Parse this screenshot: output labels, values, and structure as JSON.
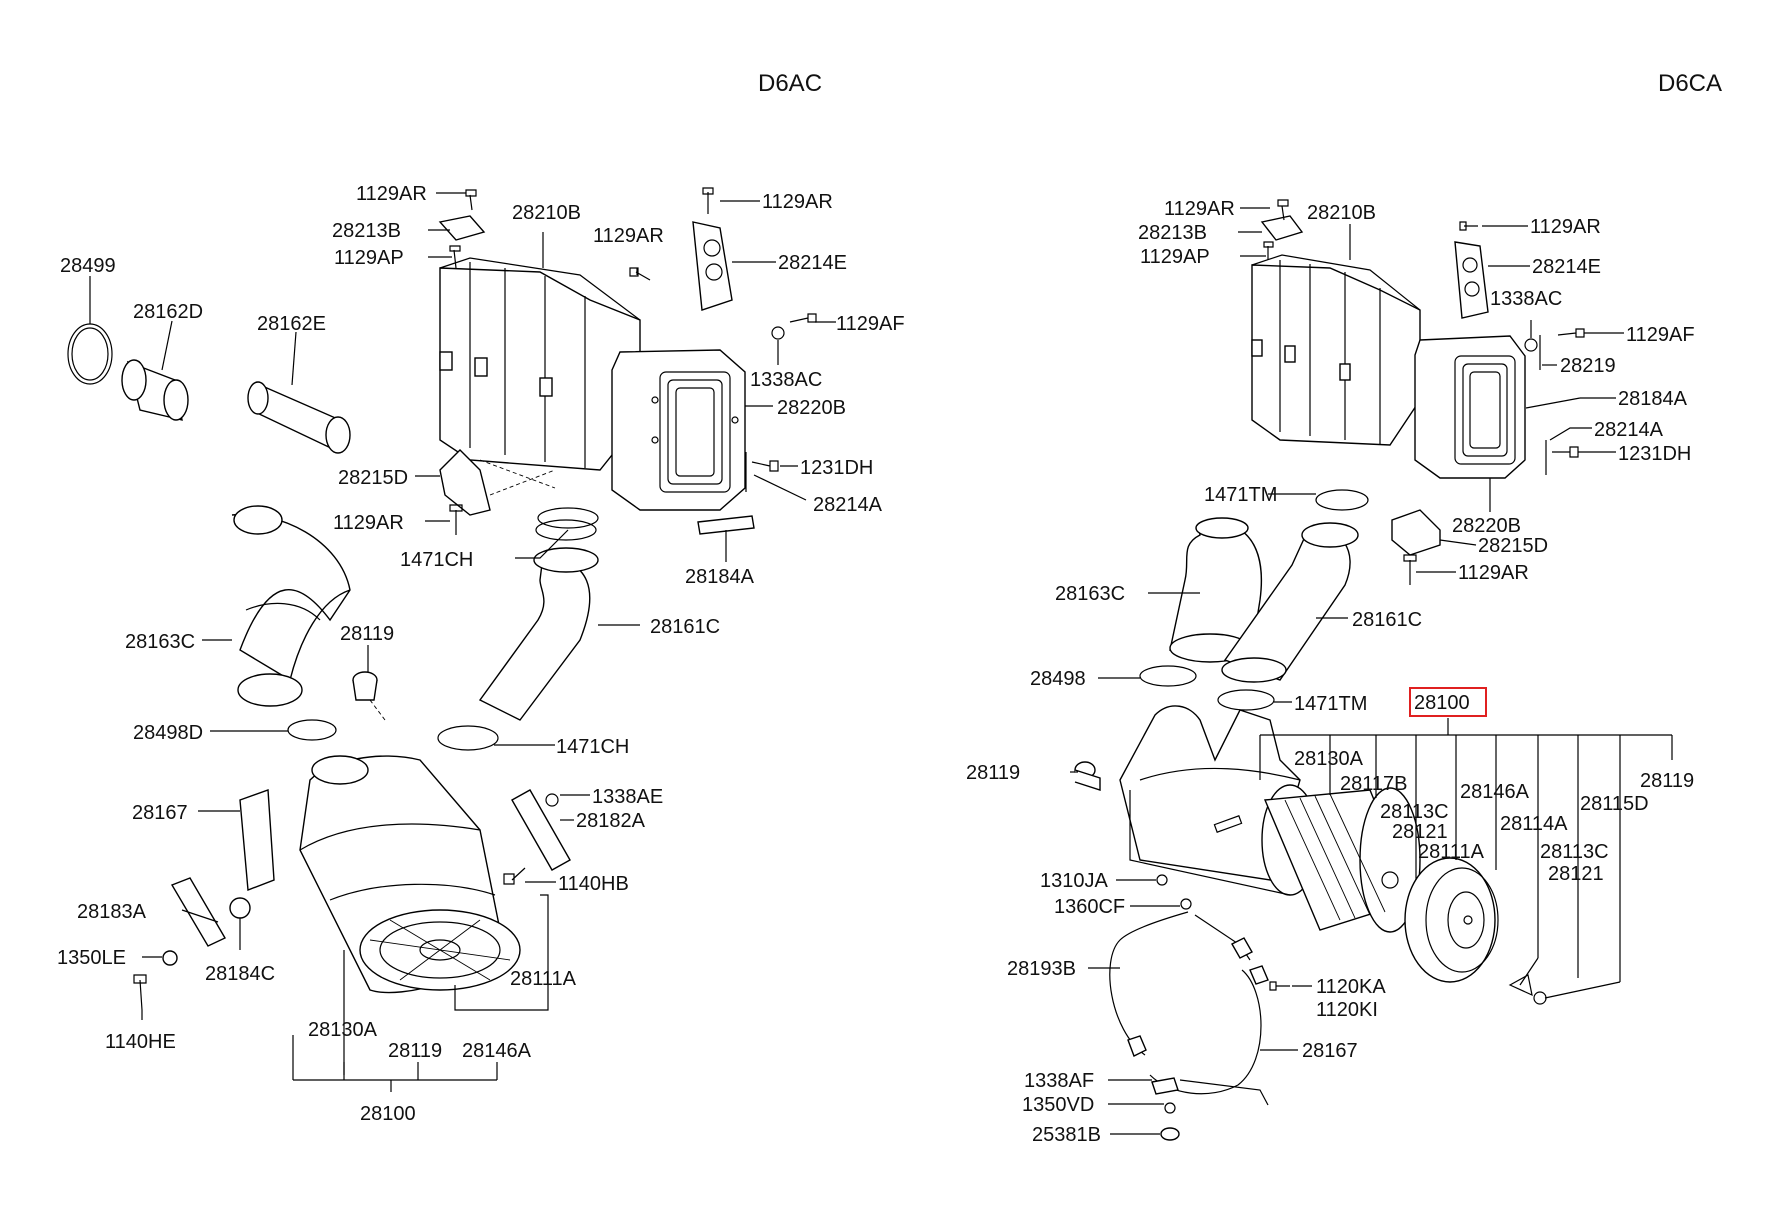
{
  "titles": {
    "left": "D6AC",
    "right": "D6CA"
  },
  "highlight": {
    "part": "28100",
    "color": "#e02020"
  },
  "left": {
    "l1129ar_a": "1129AR",
    "l28213b": "28213B",
    "l1129ap": "1129AP",
    "l28210b": "28210B",
    "l1129ar_b": "1129AR",
    "l1129ar_c": "1129AR",
    "l28214e": "28214E",
    "l1129af": "1129AF",
    "l1338ac": "1338AC",
    "l28220b": "28220B",
    "l28499": "28499",
    "l28162d": "28162D",
    "l28162e": "28162E",
    "l28215d": "28215D",
    "l1231dh": "1231DH",
    "l28214a": "28214A",
    "l1129ar_d": "1129AR",
    "l1471ch_a": "1471CH",
    "l28184a": "28184A",
    "l28161c": "28161C",
    "l28163c": "28163C",
    "l28119_a": "28119",
    "l28498d": "28498D",
    "l1471ch_b": "1471CH",
    "l1338ae": "1338AE",
    "l28182a": "28182A",
    "l28167": "28167",
    "l1140hb": "1140HB",
    "l28183a": "28183A",
    "l1350le": "1350LE",
    "l28184c": "28184C",
    "l1140he": "1140HE",
    "l28111a": "28111A",
    "l28130a": "28130A",
    "l28119_b": "28119",
    "l28146a": "28146A",
    "l28100": "28100"
  },
  "right": {
    "r1129ar_a": "1129AR",
    "r28213b": "28213B",
    "r1129ap": "1129AP",
    "r28210b": "28210B",
    "r1129ar_b": "1129AR",
    "r28214e": "28214E",
    "r1338ac": "1338AC",
    "r1129af": "1129AF",
    "r28219": "28219",
    "r28184a": "28184A",
    "r28214a": "28214A",
    "r1231dh": "1231DH",
    "r1471tm_a": "1471TM",
    "r28220b": "28220B",
    "r28215d": "28215D",
    "r1129ar_c": "1129AR",
    "r28163c": "28163C",
    "r28161c": "28161C",
    "r28498": "28498",
    "r1471tm_b": "1471TM",
    "r28100": "28100",
    "r28119_a": "28119",
    "r28130a": "28130A",
    "r28117b": "28117B",
    "r28146a": "28146A",
    "r28119_b": "28119",
    "r28113c_a": "28113C",
    "r28121_a": "28121",
    "r28114a": "28114A",
    "r28115d": "28115D",
    "r28111a": "28111A",
    "r28113c_b": "28113C",
    "r28121_b": "28121",
    "r1310ja": "1310JA",
    "r1360cf": "1360CF",
    "r28193b": "28193B",
    "r1120ka": "1120KA",
    "r1120ki": "1120KI",
    "r28167": "28167",
    "r1338af": "1338AF",
    "r1350vd": "1350VD",
    "r25381b": "25381B"
  }
}
